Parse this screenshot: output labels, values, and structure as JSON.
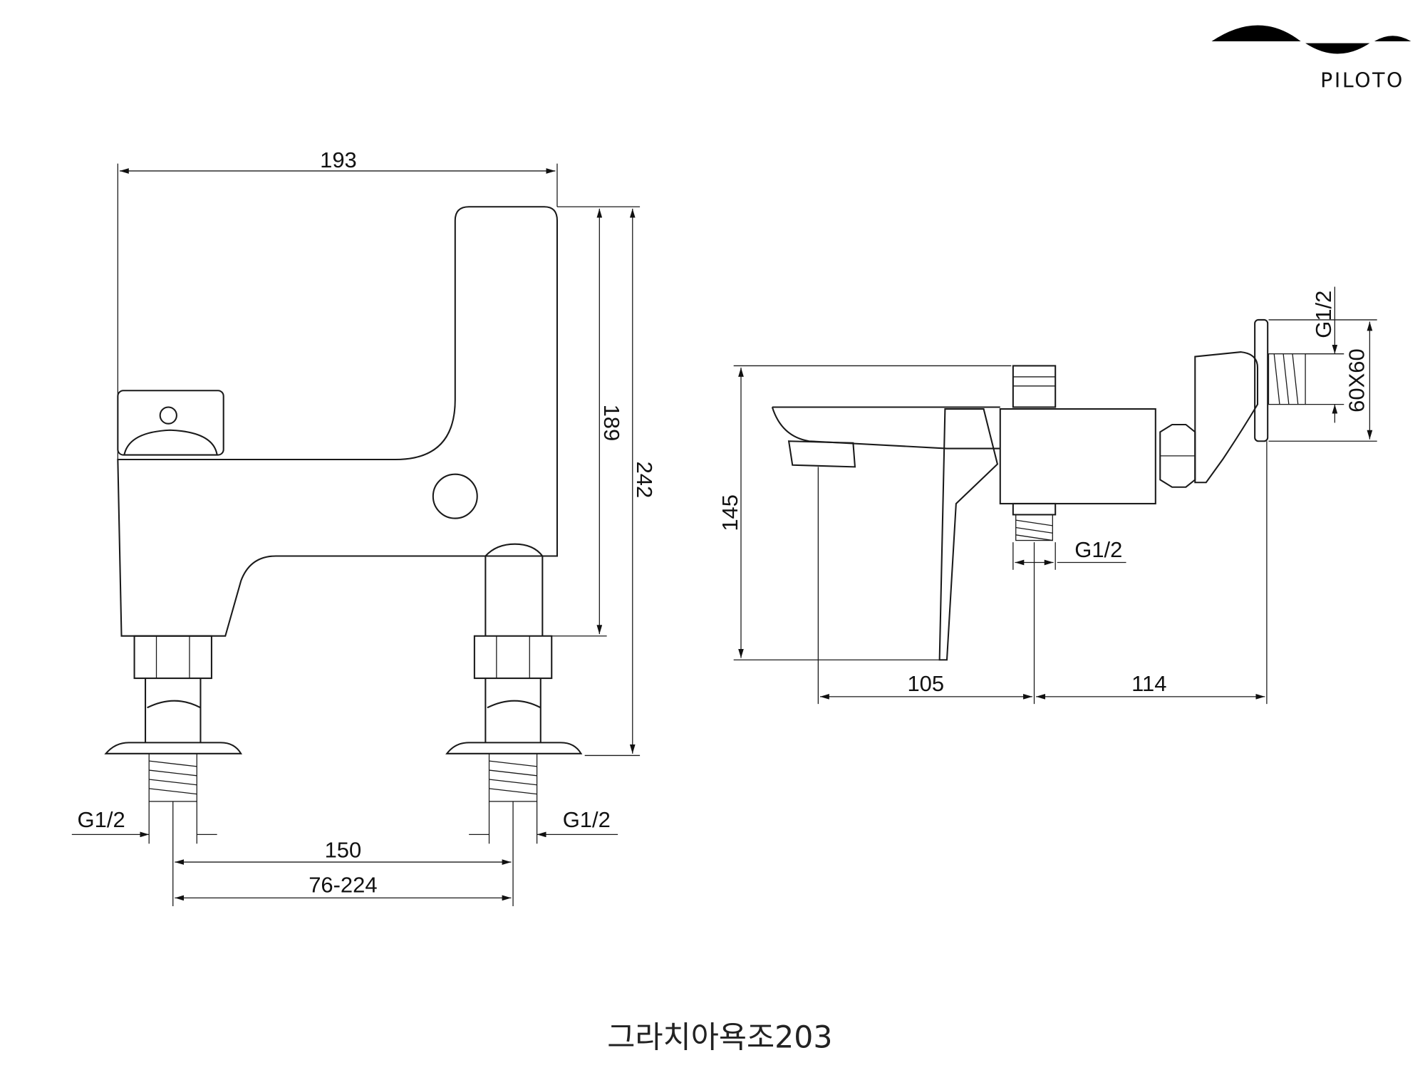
{
  "brand": {
    "name": "PILOTO"
  },
  "title": "그라치아욕조203",
  "front_view": {
    "width": "193",
    "height_body": "189",
    "height_total": "242",
    "thread_left": "G1/2",
    "thread_right": "G1/2",
    "center_distance": "150",
    "center_range": "76-224"
  },
  "side_view": {
    "height": "145",
    "thread_top": "G1/2",
    "flange_size": "60X60",
    "thread_bottom": "G1/2",
    "spout_reach": "105",
    "wall_offset": "114"
  }
}
